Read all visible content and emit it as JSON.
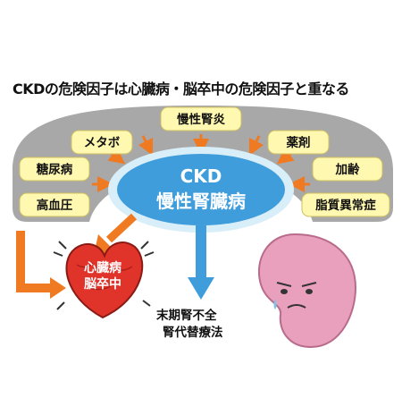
{
  "title": "CKDの危険因子は心臓病・脳卒中の危険因子と重なる",
  "factors": [
    "メタボ",
    "慢性腎炎",
    "薬剤",
    "糖尿病",
    "加齢",
    "高血圧",
    "脂質異常症"
  ],
  "ckd": {
    "line1": "CKD",
    "line2": "慢性腎臓病"
  },
  "heart": {
    "line1": "心臓病",
    "line2": "脳卒中"
  },
  "outcome": {
    "line1": "末期腎不全",
    "line2": "腎代替療法"
  },
  "colors": {
    "band": "#a8a8a8",
    "factor_box": "#fff8b0",
    "ckd_oval": "#3f9ddc",
    "ckd_glow": "#d8eef8",
    "heart": "#e0342b",
    "orange_arrow": "#f07a22",
    "blue_arrow": "#3f9ddc",
    "kidney": "#e9a0bd",
    "kidney_outline": "#b96b8b"
  }
}
